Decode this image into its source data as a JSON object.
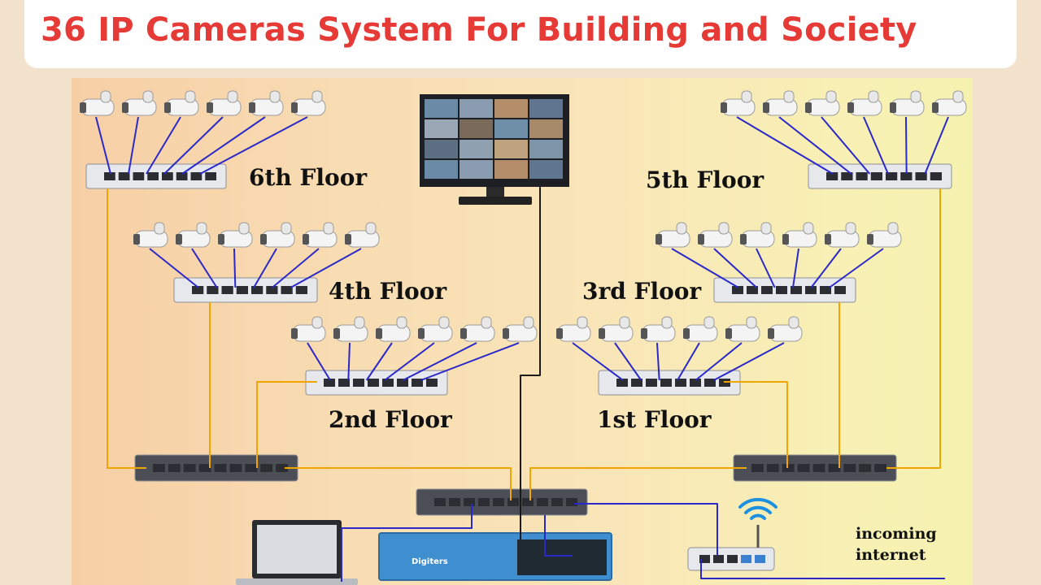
{
  "title": "36 IP Cameras System For Building and Society",
  "floors": [
    {
      "id": "6th",
      "label": "6th Floor",
      "cameras": 6
    },
    {
      "id": "5th",
      "label": "5th Floor",
      "cameras": 6
    },
    {
      "id": "4th",
      "label": "4th Floor",
      "cameras": 6
    },
    {
      "id": "3rd",
      "label": "3rd Floor",
      "cameras": 6
    },
    {
      "id": "2nd",
      "label": "2nd Floor",
      "cameras": 6
    },
    {
      "id": "1st",
      "label": "1st Floor",
      "cameras": 6
    }
  ],
  "internet_note": {
    "line1": "incoming",
    "line2": "internet"
  },
  "nvr_brand": "Digiters",
  "colors": {
    "camera_link": "#2a28c8",
    "uplink": "#f0a500",
    "monitor_link": "#1a1a1a",
    "title": "#e63a36"
  },
  "icons": [
    "camera-icon",
    "poe-switch-icon",
    "monitor-icon",
    "nvr-icon",
    "laptop-icon",
    "router-icon",
    "wifi-icon"
  ]
}
